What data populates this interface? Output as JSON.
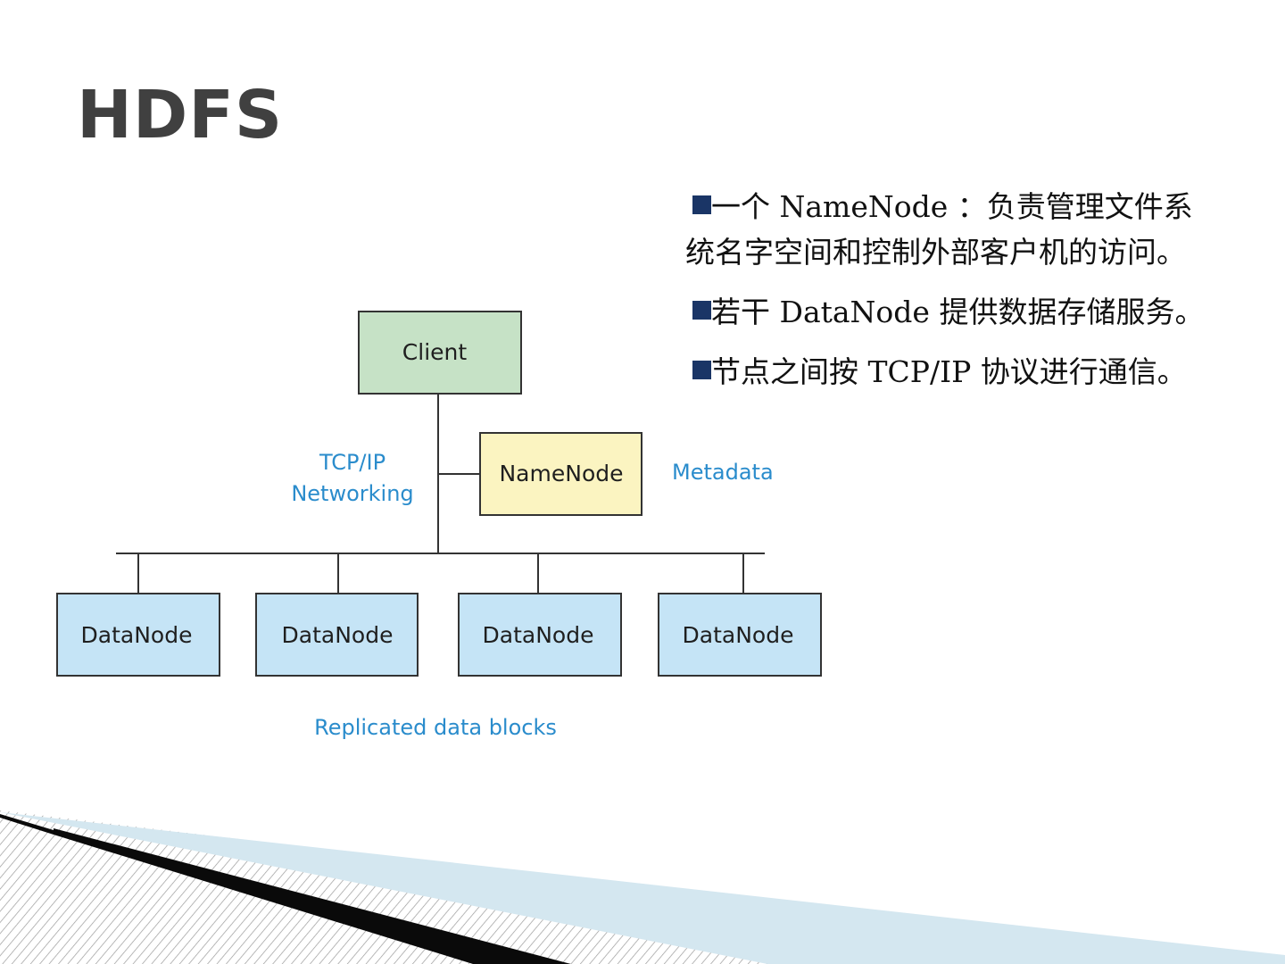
{
  "slide": {
    "title": "HDFS"
  },
  "diagram": {
    "client_label": "Client",
    "namenode_label": "NameNode",
    "network_label_line1": "TCP/IP",
    "network_label_line2": "Networking",
    "metadata_label": "Metadata",
    "datanodes": [
      "DataNode",
      "DataNode",
      "DataNode",
      "DataNode"
    ],
    "replicated_label": "Replicated data blocks",
    "colors": {
      "client_fill": "#c6e2c6",
      "namenode_fill": "#fbf4c1",
      "datanode_fill": "#c5e4f6",
      "label_blue": "#2a8ccc"
    }
  },
  "bullets": [
    {
      "text": "一个 NameNode ：负责管理文件系统名字空间和控制外部客户机的访问。"
    },
    {
      "text": "若干 DataNode 提供数据存储服务。"
    },
    {
      "text": "节点之间按 TCP/IP 协议进行通信。"
    }
  ],
  "icons": {
    "bullet": "filled-square-bullet-icon"
  }
}
